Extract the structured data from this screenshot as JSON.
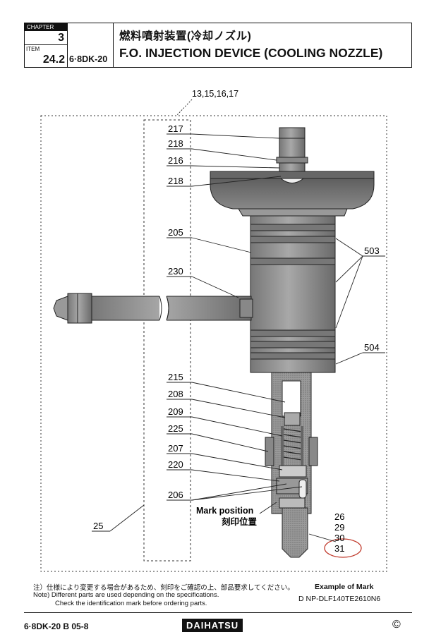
{
  "header": {
    "chapter_label": "CHAPTER",
    "chapter_number": "3",
    "item_label": "ITEM",
    "item_number": "24.2",
    "model": "6·8DK-20",
    "title_jp": "燃料噴射装置(冷却ノズル)",
    "title_en": "F.O. INJECTION DEVICE (COOLING NOZZLE)"
  },
  "diagram": {
    "assembly_callout": "13,15,16,17",
    "labels_left": [
      "217",
      "218",
      "216",
      "218",
      "205",
      "230",
      "215",
      "208",
      "209",
      "225",
      "207",
      "220",
      "206",
      "25"
    ],
    "labels_right": [
      "503",
      "504",
      "26",
      "29",
      "30",
      "31"
    ],
    "mark_position_en": "Mark position",
    "mark_position_jp": "刻印位置",
    "highlight_color": "#c0392b"
  },
  "notes": {
    "jp": "注）仕様により変更する場合があるため、刻印をご確認の上、部品要求してください。",
    "en1": "Note) Different parts are used depending on the specifications.",
    "en2": "Check the identification mark before ordering parts.",
    "example_title": "Example of Mark",
    "example_value": "D NP-DLF140TE2610N6"
  },
  "footer": {
    "doc_code": "6·8DK-20  B 05-8",
    "brand": "DAIHATSU",
    "copyright": "©"
  }
}
